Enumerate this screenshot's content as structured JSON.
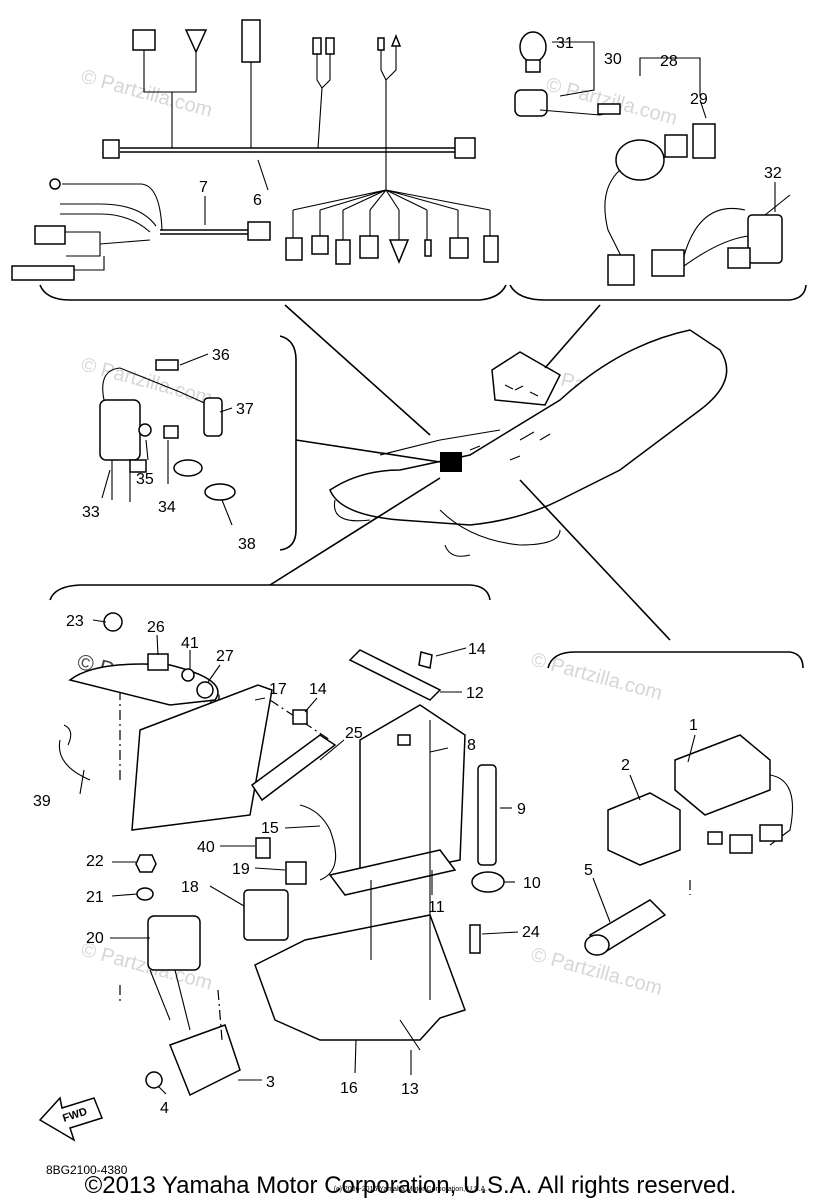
{
  "callouts": {
    "c1": "1",
    "c2": "2",
    "c3": "3",
    "c4": "4",
    "c5": "5",
    "c6": "6",
    "c7": "7",
    "c8": "8",
    "c9": "9",
    "c10": "10",
    "c11": "11",
    "c12": "12",
    "c13": "13",
    "c14a": "14",
    "c14b": "14",
    "c15": "15",
    "c16": "16",
    "c17": "17",
    "c18": "18",
    "c19": "19",
    "c20": "20",
    "c21": "21",
    "c22": "22",
    "c23": "23",
    "c24": "24",
    "c25": "25",
    "c26": "26",
    "c27": "27",
    "c28": "28",
    "c29": "29",
    "c30": "30",
    "c31": "31",
    "c32": "32",
    "c33": "33",
    "c34": "34",
    "c35": "35",
    "c36": "36",
    "c37": "37",
    "c38": "38",
    "c39": "39",
    "c40": "40",
    "c41": "41"
  },
  "fwd_label": "FWD",
  "diagram_code": "8BG2100-4380",
  "copyright_small": "(c) 2006-2016 Yamaha Motor Corporation, U.S.A.",
  "copyright": "©2013 Yamaha Motor Corporation, U.S.A. All rights reserved.",
  "watermark": "© Partzilla.com"
}
